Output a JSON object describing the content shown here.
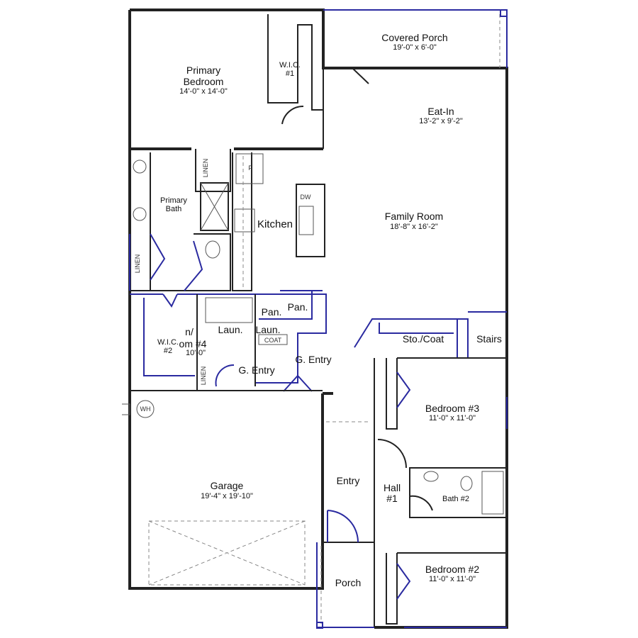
{
  "rooms": {
    "covered_porch": {
      "name": "Covered Porch",
      "dim": "19'-0\" x 6'-0\""
    },
    "primary_bedroom": {
      "name1": "Primary",
      "name2": "Bedroom",
      "dim": "14'-0\" x 14'-0\""
    },
    "wic1": {
      "name1": "W.I.C.",
      "name2": "#1"
    },
    "eat_in": {
      "name": "Eat-In",
      "dim": "13'-2\" x 9'-2\""
    },
    "primary_bath": {
      "name1": "Primary",
      "name2": "Bath"
    },
    "kitchen": {
      "name": "Kitchen"
    },
    "family_room": {
      "name": "Family Room",
      "dim": "18'-8\" x 16'-2\""
    },
    "laundry1": {
      "name": "Laun."
    },
    "laundry2": {
      "name": "Laun."
    },
    "pantry1": {
      "name": "Pan."
    },
    "pantry2": {
      "name": "Pan."
    },
    "bedroom4": {
      "name1": "n/",
      "name2": "om #4",
      "dim": "10'-0\""
    },
    "wic2": {
      "name1": "W.I.C.",
      "name2": "#2"
    },
    "g_entry1": {
      "name": "G. Entry"
    },
    "g_entry2": {
      "name": "G. Entry"
    },
    "sto_coat": {
      "name": "Sto./Coat"
    },
    "stairs": {
      "name": "Stairs"
    },
    "bedroom3": {
      "name": "Bedroom #3",
      "dim": "11'-0\" x 11'-0\""
    },
    "garage": {
      "name": "Garage",
      "dim": "19'-4\" x 19'-10\""
    },
    "entry": {
      "name": "Entry"
    },
    "hall": {
      "name1": "Hall",
      "name2": "#1"
    },
    "bath2": {
      "name": "Bath #2"
    },
    "bedroom2": {
      "name": "Bedroom #2",
      "dim": "11'-0\" x 11'-0\""
    },
    "porch": {
      "name": "Porch"
    }
  },
  "fixtures": {
    "linen": "LINEN",
    "fridge": "F",
    "dishwasher": "DW",
    "coat": "COAT",
    "water_heater": "WH"
  },
  "colors": {
    "wall": "#222222",
    "revision": "#2a2aa0"
  }
}
